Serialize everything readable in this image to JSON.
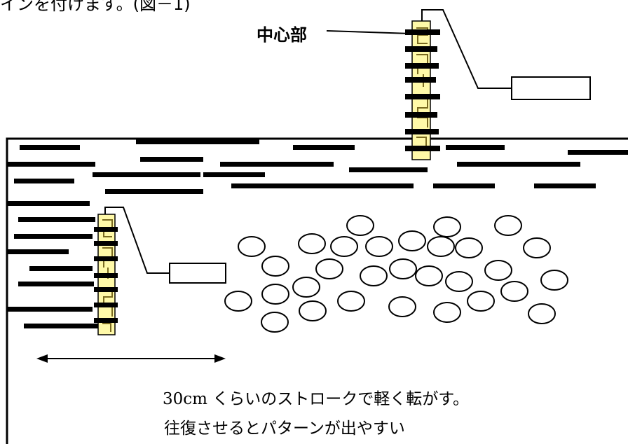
{
  "header": {
    "text": "インを付けます。(図－1)"
  },
  "labels": {
    "center": "中心部"
  },
  "caption": {
    "line1": "30cm くらいのストロークで軽く転がす。",
    "line2": "往復させるとパターンが出やすい"
  },
  "colors": {
    "roller_fill": "#fff9a8",
    "ink": "#000000",
    "background": "#ffffff"
  }
}
